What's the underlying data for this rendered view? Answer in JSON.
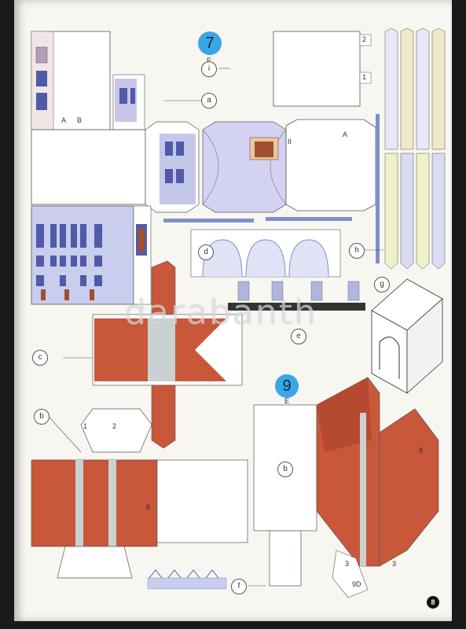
{
  "sheet": {
    "section_numbers": [
      "7",
      "9"
    ],
    "page_number": "8",
    "watermark": "darabanth",
    "piece_labels": {
      "i": "i",
      "a": "a",
      "d": "d",
      "h": "h",
      "g": "g",
      "e": "e",
      "c": "c",
      "b_left": "b",
      "b_right": "b",
      "f": "f"
    },
    "marks": {
      "e_top": "E",
      "e_mid": "E",
      "two": "2",
      "one": "1",
      "one_b": "1",
      "two_b": "2",
      "a_small": "A",
      "b_small": "B",
      "a2": "A",
      "eight_a": "8",
      "eight_b": "8",
      "three_a": "3",
      "three_b": "3",
      "nine_d": "9D",
      "ii": "II"
    },
    "colors": {
      "roof_red": "#c9573a",
      "wall_blue": "#aeb6e0",
      "window_blue": "#4f5aa8",
      "accent_badge": "#3aa6e6"
    }
  }
}
